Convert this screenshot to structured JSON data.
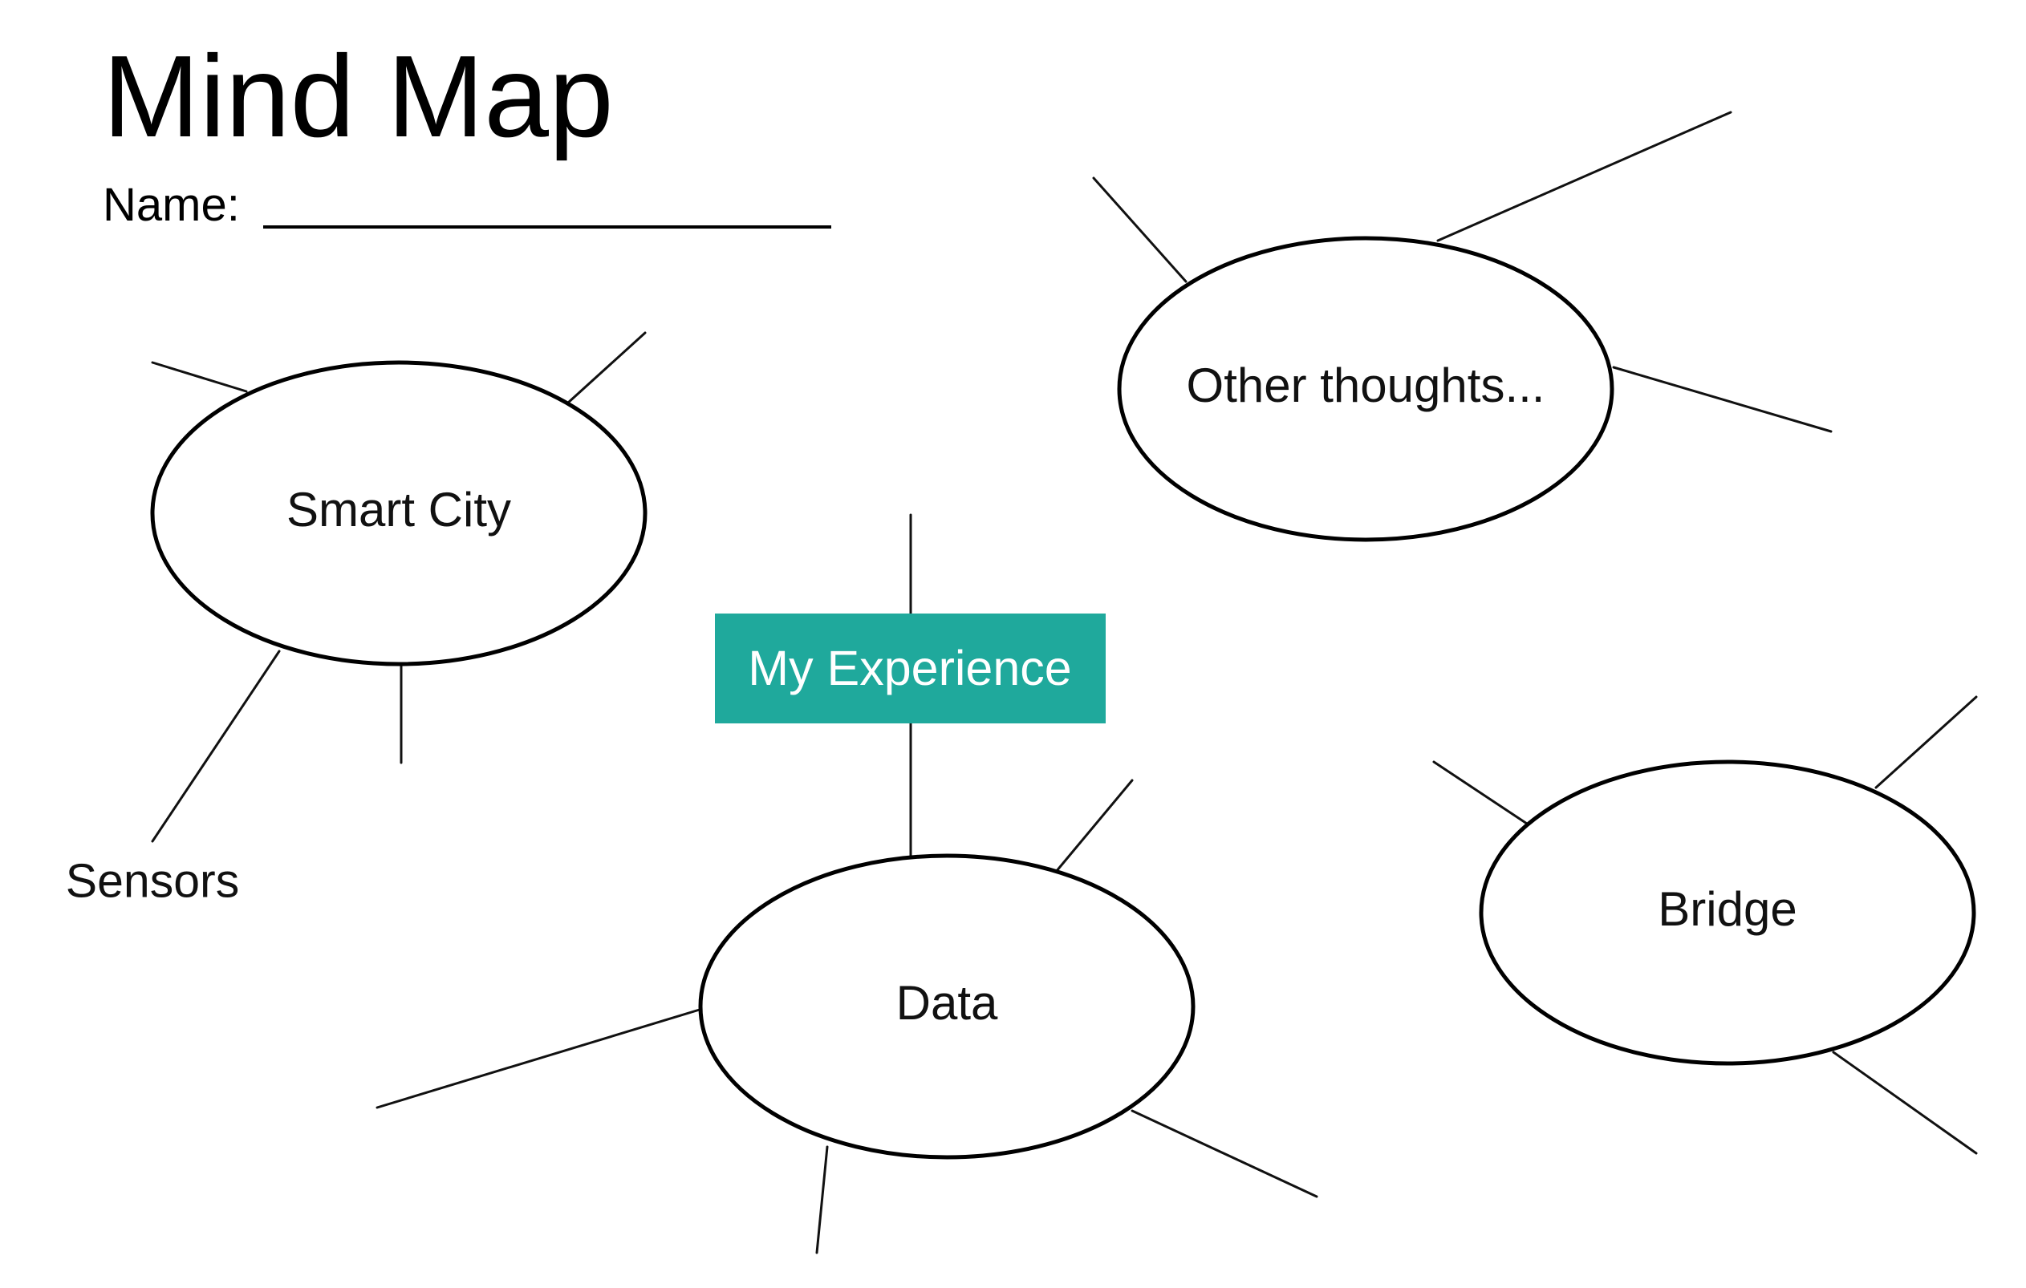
{
  "title": "Mind Map",
  "name_label": "Name:",
  "center": {
    "label": "My Experience",
    "color": "#1fa99c"
  },
  "nodes": {
    "smart_city": "Smart City",
    "other_thoughts": "Other thoughts...",
    "data": "Data",
    "bridge": "Bridge"
  },
  "branch_labels": {
    "sensors": "Sensors"
  }
}
